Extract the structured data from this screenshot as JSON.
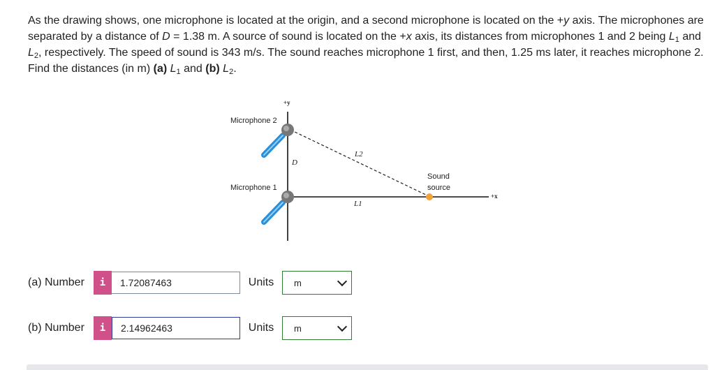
{
  "problem": {
    "p1": "As the drawing shows, one microphone is located at the origin, and a second microphone is located on the +",
    "y1": "y",
    "p2": " axis. The microphones are separated by a distance of ",
    "D": "D",
    "p3": " = 1.38 m. A source of sound is located on the +",
    "x1": "x",
    "p4": " axis, its distances from microphones 1 and 2 being ",
    "L1": "L",
    "L1sub": "1",
    "p5": " and ",
    "L2": "L",
    "L2sub": "2",
    "p6": ", respectively. The speed of sound is 343 m/s. The sound reaches microphone 1 first, and then, 1.25 ms later, it reaches microphone 2. Find the distances (in m) ",
    "a": "(a)",
    "p7": " ",
    "L1b": "L",
    "L1bsub": "1",
    "p8": " and ",
    "b": "(b)",
    "p9": " ",
    "L2b": "L",
    "L2bsub": "2",
    "p10": "."
  },
  "figure": {
    "plus_y": "+y",
    "plus_x": "+x",
    "mic2": "Microphone 2",
    "mic1": "Microphone 1",
    "D": "D",
    "L2": "L2",
    "L1": "L1",
    "sound": "Sound",
    "source": "source"
  },
  "answers": [
    {
      "label": "(a) Number",
      "info": "i",
      "value": "1.72087463",
      "units_label": "Units",
      "unit": "m"
    },
    {
      "label": "(b) Number",
      "info": "i",
      "value": "2.14962463",
      "units_label": "Units",
      "unit": "m"
    }
  ],
  "colors": {
    "info_badge": "#d0508a",
    "select_border": "#2e7d32",
    "mic_blue": "#2a8fd8",
    "source_orange": "#f2a23a"
  }
}
